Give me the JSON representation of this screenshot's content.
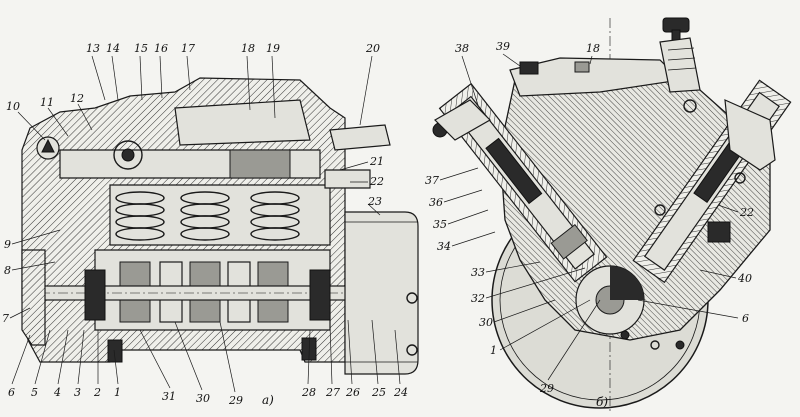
{
  "figure": {
    "panel_a": {
      "label": "а)",
      "callouts_top": [
        "13",
        "14",
        "15",
        "16",
        "17",
        "18",
        "19",
        "20"
      ],
      "callouts_left": [
        "10",
        "11",
        "12",
        "9",
        "8",
        "7"
      ],
      "callouts_right": [
        "21",
        "22",
        "23"
      ],
      "callouts_bottom": [
        "6",
        "5",
        "4",
        "3",
        "2",
        "1",
        "31",
        "30",
        "29",
        "28",
        "27",
        "26",
        "25",
        "24"
      ]
    },
    "panel_b": {
      "label": "б)",
      "callouts_top": [
        "38",
        "39",
        "18"
      ],
      "callouts_left": [
        "37",
        "36",
        "35",
        "34",
        "33",
        "32",
        "30",
        "1"
      ],
      "callouts_right": [
        "22",
        "40",
        "6"
      ],
      "callouts_bottom": [
        "29"
      ]
    }
  }
}
